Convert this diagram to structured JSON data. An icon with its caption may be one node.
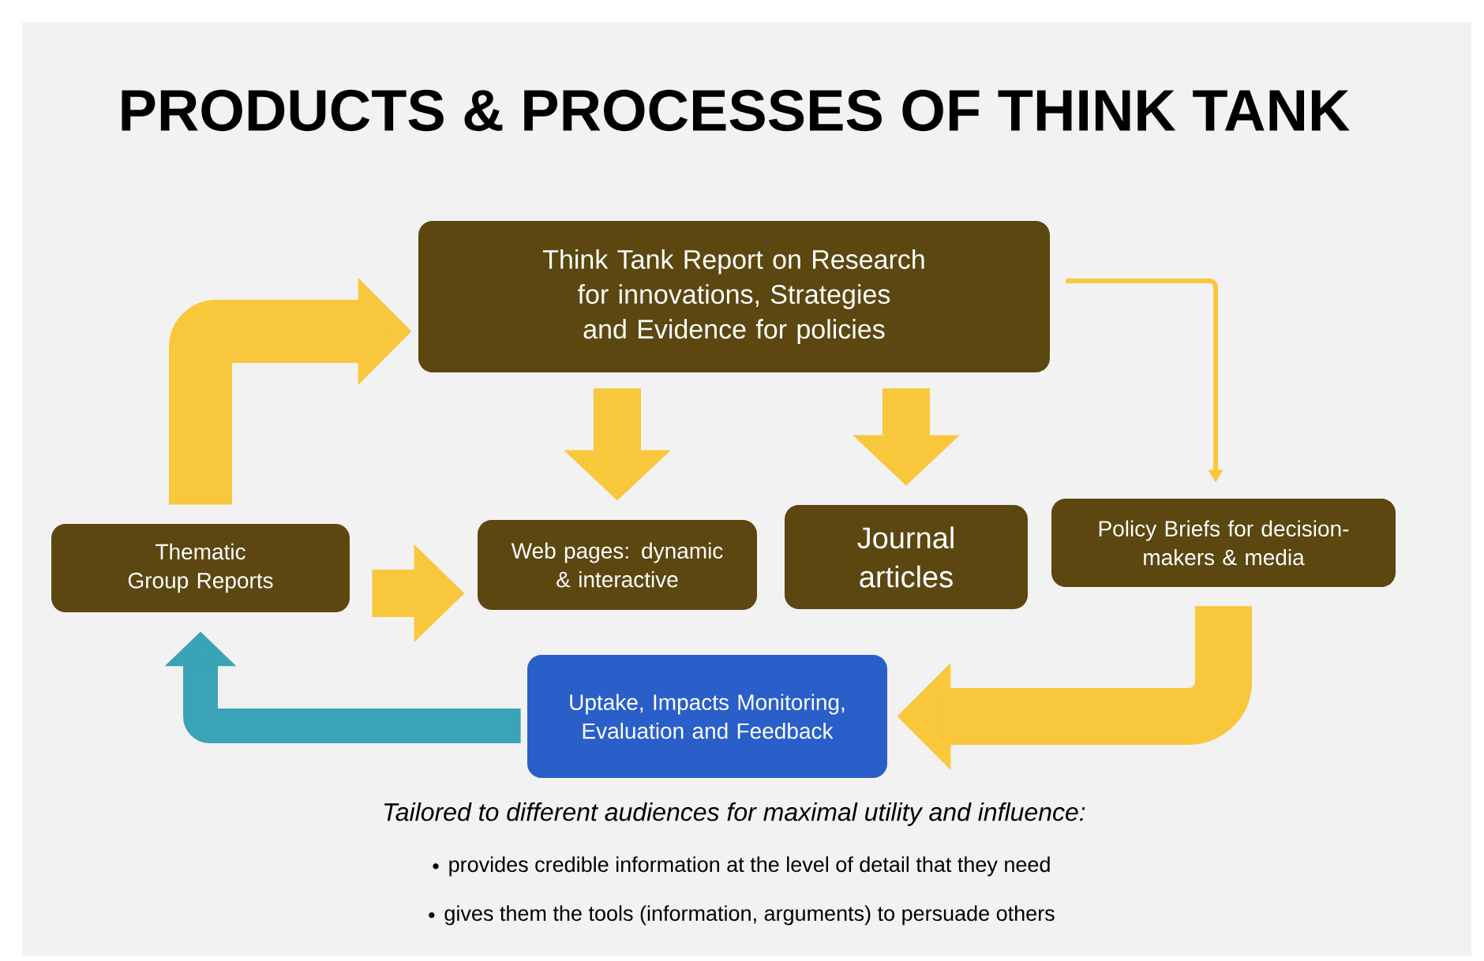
{
  "diagram": {
    "title": "PRODUCTS & PROCESSES OF THINK TANK",
    "nodes": [
      {
        "text": [
          "Think Tank Report on Research for innovations, Strategies and Evidence for policies"
        ]
      },
      {
        "text": [
          "Thematic Group Reports"
        ]
      },
      {
        "text": [
          "Web pages: dynamic & interactive"
        ]
      },
      {
        "text": [
          "Journal articles"
        ]
      },
      {
        "text": [
          "Policy Briefs for decision-makers & media"
        ]
      },
      {
        "text": [
          "Uptake, Impacts Monitoring, Evaluation and Feedback"
        ]
      }
    ],
    "edges": [
      {
        "from": 1,
        "to": 0,
        "arrow": "to"
      },
      {
        "from": 0,
        "to": 2,
        "arrow": "to"
      },
      {
        "from": 0,
        "to": 3,
        "arrow": "to"
      },
      {
        "from": 0,
        "to": 4,
        "arrow": "to"
      },
      {
        "from": 1,
        "to": 2,
        "arrow": "to"
      },
      {
        "from": 4,
        "to": 5,
        "arrow": "to"
      },
      {
        "from": 5,
        "to": 1,
        "arrow": "to",
        "color": "#3aa3b5"
      }
    ],
    "labels": [
      "Tailored to different audiences for maximal utility and influence:",
      "provides credible information at the level of detail that they need",
      "gives them the tools (information, arguments) to persuade others"
    ]
  }
}
